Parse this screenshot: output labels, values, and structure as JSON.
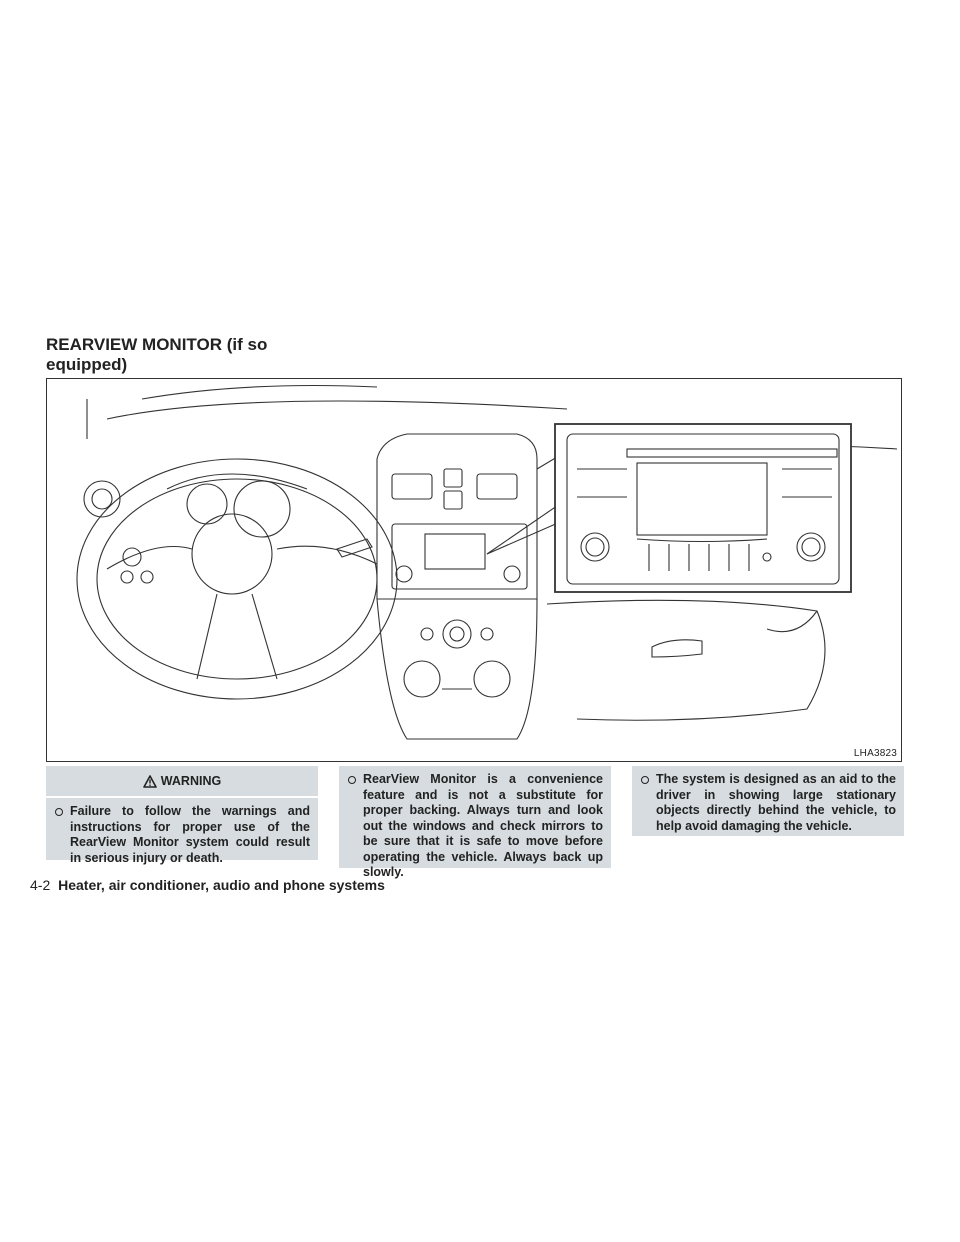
{
  "section": {
    "title": "REARVIEW MONITOR (if so equipped)"
  },
  "figure": {
    "label": "LHA3823"
  },
  "warning": {
    "heading": "WARNING",
    "items": [
      "Failure to follow the warnings and instructions for proper use of the RearView Monitor system could result in serious injury or death.",
      "RearView Monitor is a convenience feature and is not a substitute for proper backing. Always turn and look out the windows and check mirrors to be sure that it is safe to move before operating the vehicle. Always back up slowly.",
      "The system is designed as an aid to the driver in showing large stationary objects directly behind the vehicle, to help avoid damaging the vehicle."
    ]
  },
  "footer": {
    "page": "4-2",
    "chapter": "Heater, air conditioner, audio and phone systems"
  }
}
